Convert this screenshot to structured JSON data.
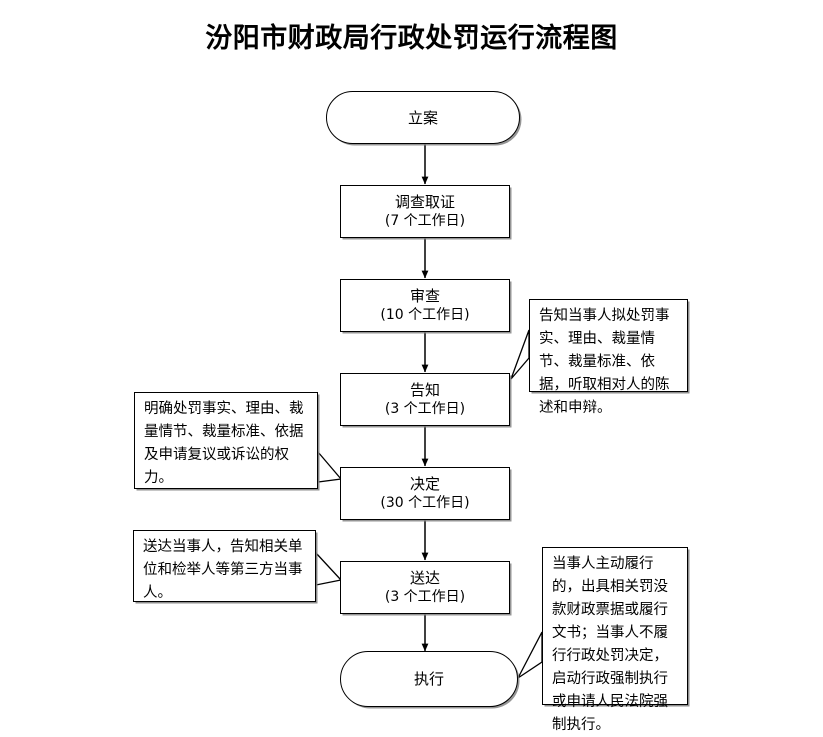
{
  "document": {
    "title": "汾阳市财政局行政处罚运行流程图"
  },
  "flow": {
    "nodes": [
      {
        "id": "filing",
        "shape": "stadium",
        "label": "立案",
        "duration": ""
      },
      {
        "id": "investigation",
        "shape": "rect",
        "label": "调查取证",
        "duration": "(7 个工作日)"
      },
      {
        "id": "review",
        "shape": "rect",
        "label": "审查",
        "duration": "(10 个工作日)"
      },
      {
        "id": "notification",
        "shape": "rect",
        "label": "告知",
        "duration": "(3 个工作日)"
      },
      {
        "id": "decision",
        "shape": "rect",
        "label": "决定",
        "duration": "(30 个工作日)"
      },
      {
        "id": "delivery",
        "shape": "rect",
        "label": "送达",
        "duration": "(3 个工作日)"
      },
      {
        "id": "execution",
        "shape": "stadium",
        "label": "执行",
        "duration": ""
      }
    ],
    "notes": [
      {
        "id": "note-notification",
        "side": "right",
        "attached_to": "告知",
        "text": "告知当事人拟处罚事实、理由、裁量情节、裁量标准、依据，听取相对人的陈述和申辩。"
      },
      {
        "id": "note-decision",
        "side": "left",
        "attached_to": "决定",
        "text": "明确处罚事实、理由、裁量情节、裁量标准、依据及申请复议或诉讼的权力。"
      },
      {
        "id": "note-delivery",
        "side": "left",
        "attached_to": "送达",
        "text": "送达当事人，告知相关单位和检举人等第三方当事人。"
      },
      {
        "id": "note-execution",
        "side": "right",
        "attached_to": "执行",
        "text": "当事人主动履行的，出具相关罚没款财政票据或履行文书；当事人不履行行政处罚决定，启动行政强制执行或申请人民法院强制执行。"
      }
    ],
    "connectors": [
      {
        "from": "立案",
        "to": "调查取证",
        "type": "arrow-down"
      },
      {
        "from": "调查取证",
        "to": "审查",
        "type": "arrow-down"
      },
      {
        "from": "审查",
        "to": "告知",
        "type": "arrow-down"
      },
      {
        "from": "告知",
        "to": "决定",
        "type": "arrow-down"
      },
      {
        "from": "决定",
        "to": "送达",
        "type": "arrow-down"
      },
      {
        "from": "送达",
        "to": "执行",
        "type": "arrow-down"
      }
    ]
  },
  "colors": {
    "stroke": "#000000",
    "fill": "#ffffff",
    "shadow": "#828282",
    "background": "#ffffff"
  }
}
